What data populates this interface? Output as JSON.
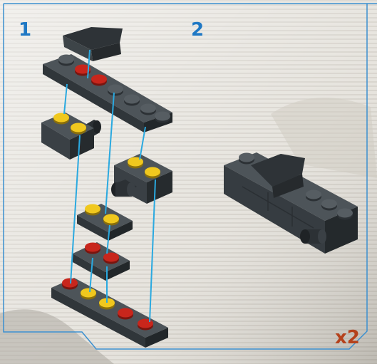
{
  "steps": [
    {
      "number": "1"
    },
    {
      "number": "2"
    }
  ],
  "multiplier": "x2",
  "colors": {
    "brick_dark": "#3c4246",
    "brick_top": "#545b60",
    "brick_side": "#2a2f33",
    "stud_red": "#c8261c",
    "stud_yellow": "#f0c81e",
    "guide_line": "#2aa9e0",
    "step_number": "#1f78c4",
    "multiplier": "#b5421c",
    "frame": "#3b8fcf"
  },
  "icons": {
    "step1": "exploded-brick-assembly",
    "step2": "assembled-brick-module"
  }
}
